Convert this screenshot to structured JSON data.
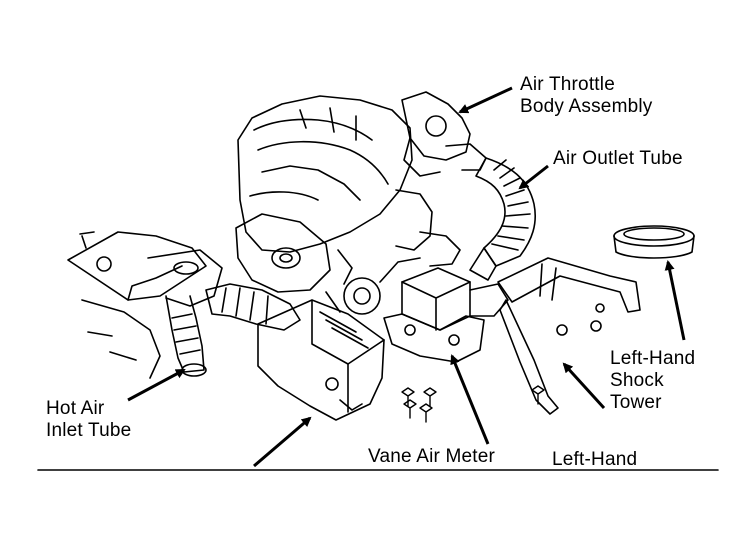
{
  "labels": {
    "air_throttle_line1": "Air Throttle",
    "air_throttle_line2": "Body Assembly",
    "air_outlet_tube": "Air Outlet Tube",
    "shock_tower_line1": "Left-Hand",
    "shock_tower_line2": "Shock",
    "shock_tower_line3": "Tower",
    "hot_air_line1": "Hot Air",
    "hot_air_line2": "Inlet Tube",
    "vane_air_meter": "Vane Air Meter",
    "left_hand": "Left-Hand"
  },
  "colors": {
    "ink": "#000000",
    "paper": "#ffffff"
  }
}
